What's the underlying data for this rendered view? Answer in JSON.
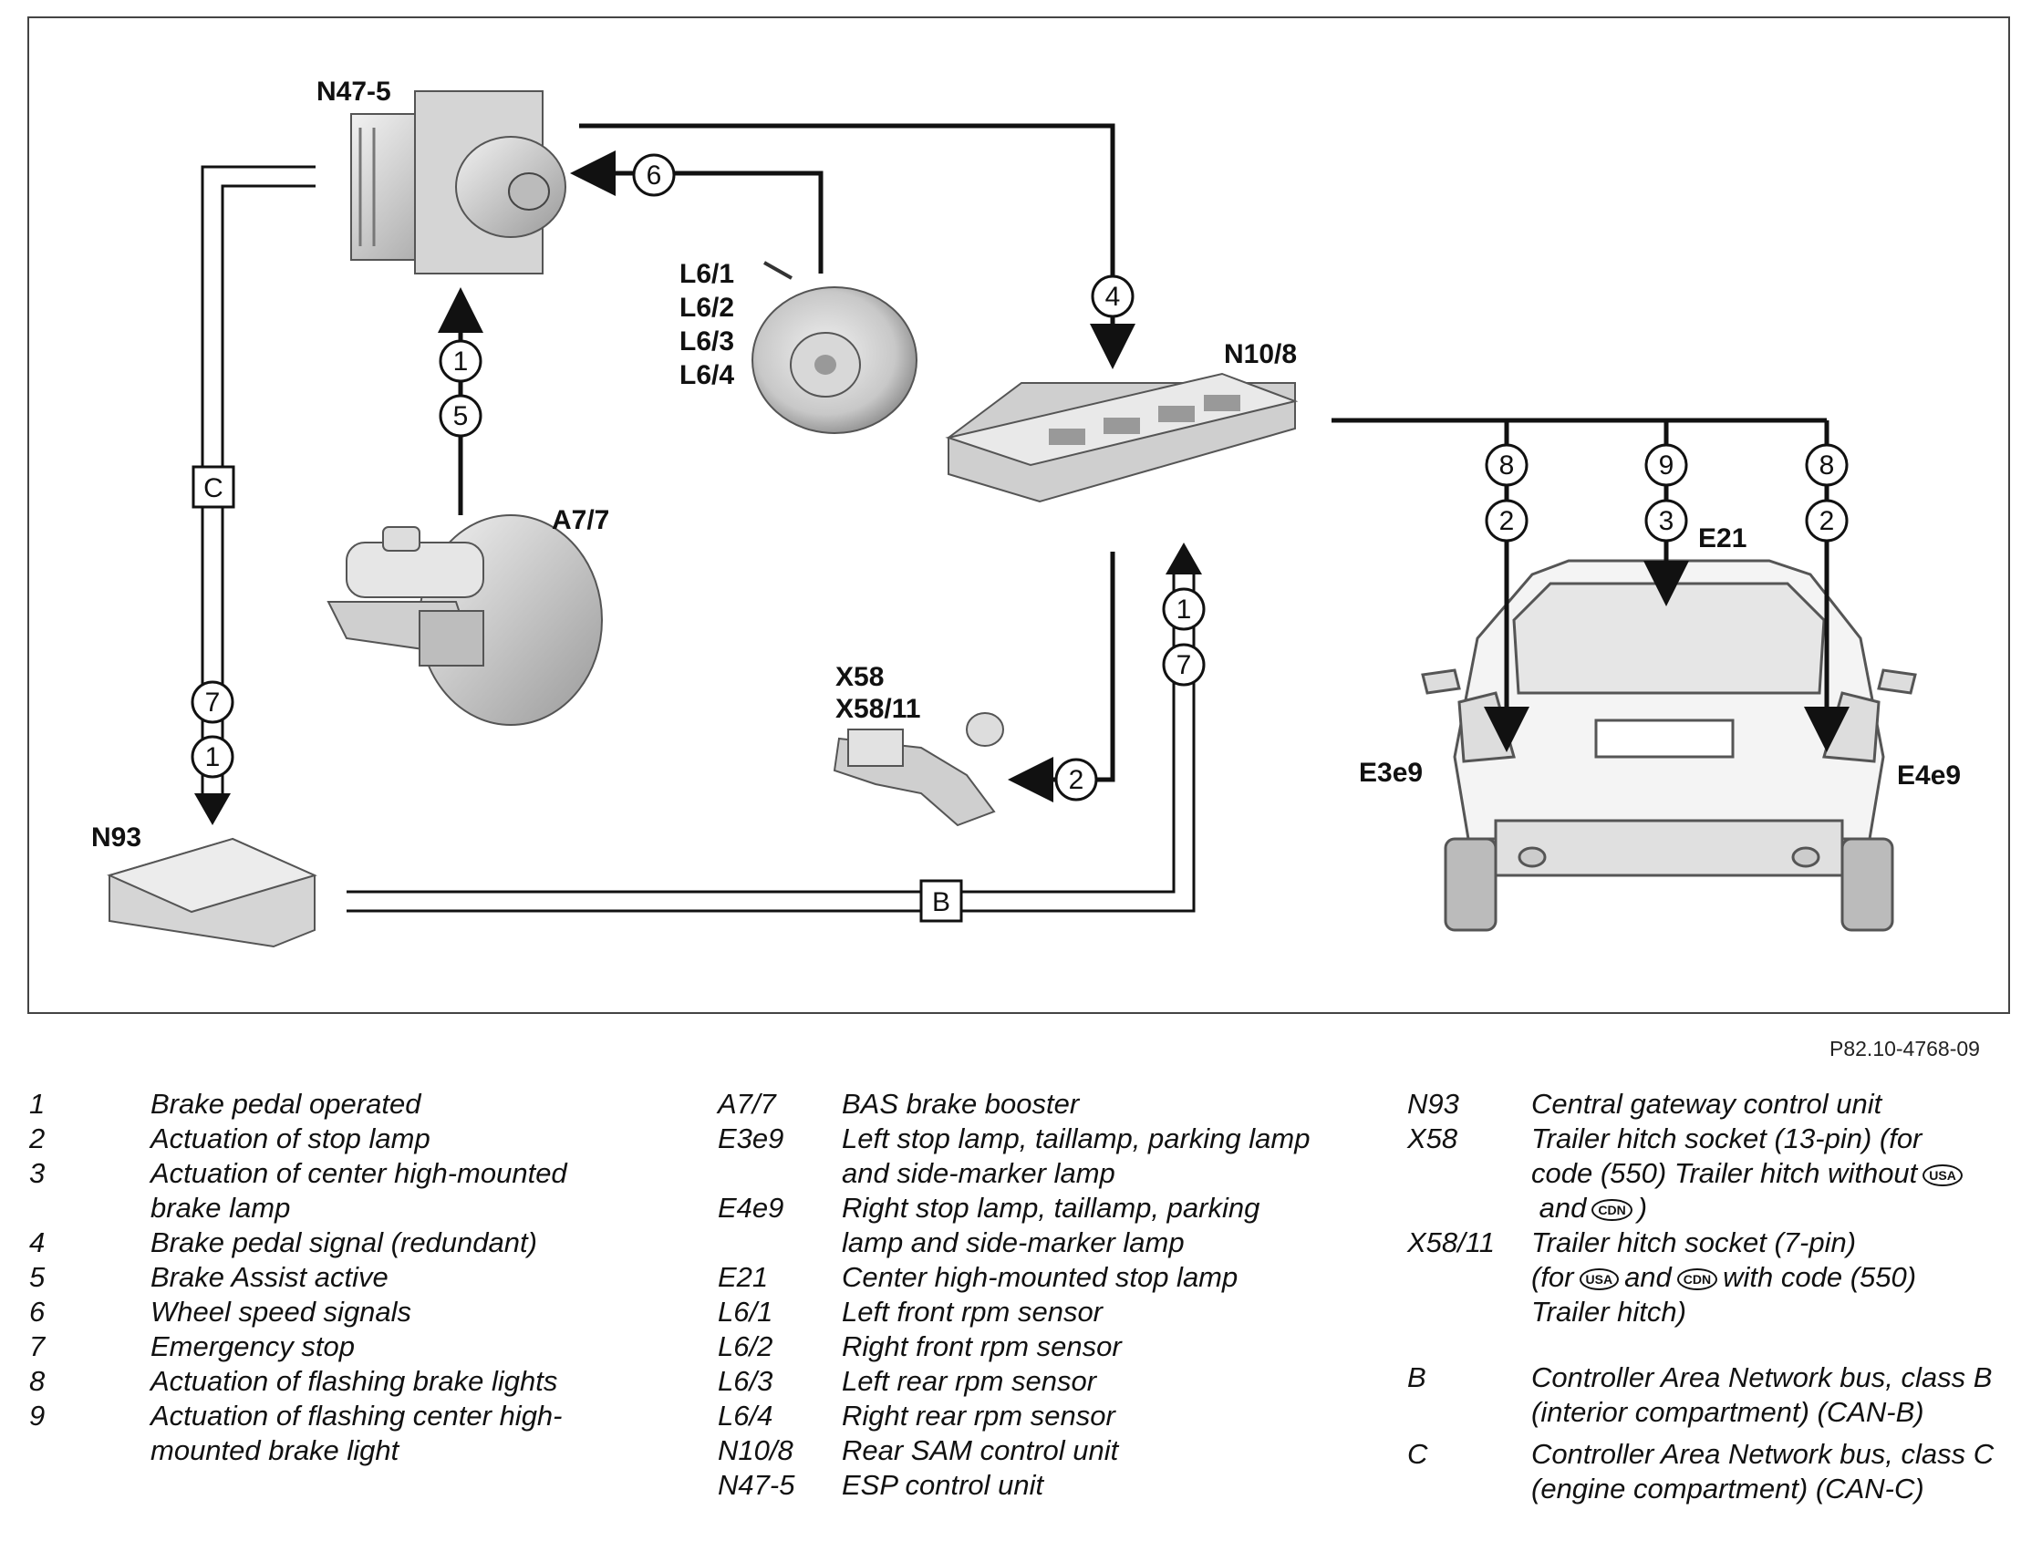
{
  "components": {
    "n47_5": "N47-5",
    "a7_7": "A7/7",
    "l6_1": "L6/1",
    "l6_2": "L6/2",
    "l6_3": "L6/3",
    "l6_4": "L6/4",
    "n10_8": "N10/8",
    "x58": "X58",
    "x58_11": "X58/11",
    "n93": "N93",
    "e21": "E21",
    "e3e9": "E3e9",
    "e4e9": "E4e9"
  },
  "signal_markers": {
    "m1a": "1",
    "m5": "5",
    "m6": "6",
    "m4": "4",
    "m8a": "8",
    "m2a": "2",
    "m9": "9",
    "m3": "3",
    "m8b": "8",
    "m2b": "2",
    "m7a": "7",
    "m1b": "1",
    "m1c": "1",
    "m7b": "7",
    "m2c": "2"
  },
  "bus_labels": {
    "b": "B",
    "c": "C"
  },
  "doc_ref": "P82.10-4768-09",
  "legend": {
    "col1": [
      {
        "code": "1",
        "desc": "Brake pedal operated"
      },
      {
        "code": "2",
        "desc": "Actuation of stop lamp"
      },
      {
        "code": "3",
        "desc": "Actuation of center high-mounted brake lamp"
      },
      {
        "code": "4",
        "desc": "Brake pedal signal (redundant)"
      },
      {
        "code": "5",
        "desc": "Brake Assist active"
      },
      {
        "code": "6",
        "desc": "Wheel speed signals"
      },
      {
        "code": "7",
        "desc": "Emergency stop"
      },
      {
        "code": "8",
        "desc": "Actuation of flashing brake lights"
      },
      {
        "code": "9",
        "desc": "Actuation of flashing center high-mounted brake light"
      }
    ],
    "col2": [
      {
        "code": "A7/7",
        "desc": "BAS brake booster"
      },
      {
        "code": "E3e9",
        "desc": "Left stop lamp, taillamp, parking lamp and side-marker lamp"
      },
      {
        "code": "E4e9",
        "desc": "Right stop lamp, taillamp, parking lamp and side-marker lamp"
      },
      {
        "code": "E21",
        "desc": "Center high-mounted stop lamp"
      },
      {
        "code": "L6/1",
        "desc": "Left front rpm sensor"
      },
      {
        "code": "L6/2",
        "desc": "Right front rpm sensor"
      },
      {
        "code": "L6/3",
        "desc": "Left rear rpm sensor"
      },
      {
        "code": "L6/4",
        "desc": "Right rear rpm sensor"
      },
      {
        "code": "N10/8",
        "desc": "Rear SAM control unit"
      },
      {
        "code": "N47-5",
        "desc": "ESP control unit"
      }
    ],
    "col3": {
      "n93": {
        "code": "N93",
        "desc": "Central gateway control unit"
      },
      "x58": {
        "code": "X58",
        "line1": "Trailer hitch socket (13-pin) (for",
        "line2": "code (550) Trailer hitch without",
        "line3_pre": "and",
        "line3_post": ")"
      },
      "x58_11": {
        "code": "X58/11",
        "line1": "Trailer hitch socket (7-pin)",
        "line2_pre": "(for",
        "line2_mid": "and",
        "line2_post": "with code (550)",
        "line3": "Trailer hitch)"
      },
      "b": {
        "code": "B",
        "desc": "Controller Area Network bus, class B (interior compartment) (CAN-B)"
      },
      "c": {
        "code": "C",
        "desc": "Controller Area Network bus, class C (engine compartment) (CAN-C)"
      },
      "flag_usa": "USA",
      "flag_cdn": "CDN"
    }
  }
}
